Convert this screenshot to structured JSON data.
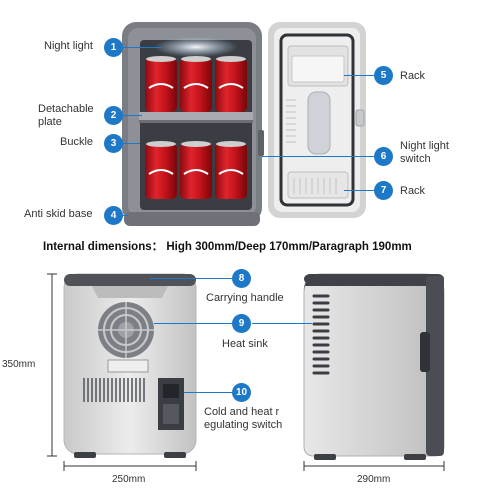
{
  "top_callouts": {
    "night_light": {
      "number": "1",
      "label": "Night light"
    },
    "detachable_plate": {
      "number": "2",
      "label_line1": "Detachable",
      "label_line2": "plate"
    },
    "buckle": {
      "number": "3",
      "label": "Buckle"
    },
    "anti_skid_base": {
      "number": "4",
      "label": "Anti skid base"
    },
    "rack_upper": {
      "number": "5",
      "label": "Rack"
    },
    "night_light_switch": {
      "number": "6",
      "label_line1": "Night light",
      "label_line2": "switch"
    },
    "rack_lower": {
      "number": "7",
      "label": "Rack"
    }
  },
  "internal_dimensions": "Internal dimensions： High 300mm/Deep 170mm/Paragraph 190mm",
  "bottom_callouts": {
    "carrying_handle": {
      "number": "8",
      "label": "Carrying handle"
    },
    "heat_sink": {
      "number": "9",
      "label": "Heat sink"
    },
    "cold_heat_switch": {
      "number": "10",
      "label_line1": "Cold and heat r",
      "label_line2": "egulating switch"
    }
  },
  "measurements": {
    "height": "350mm",
    "width_back": "250mm",
    "width_side": "290mm"
  },
  "colors": {
    "accent": "#1e78c8",
    "fridge_body": "#d8d8d8",
    "fridge_grey": "#7a7e84",
    "can_red": "#c8141c"
  }
}
